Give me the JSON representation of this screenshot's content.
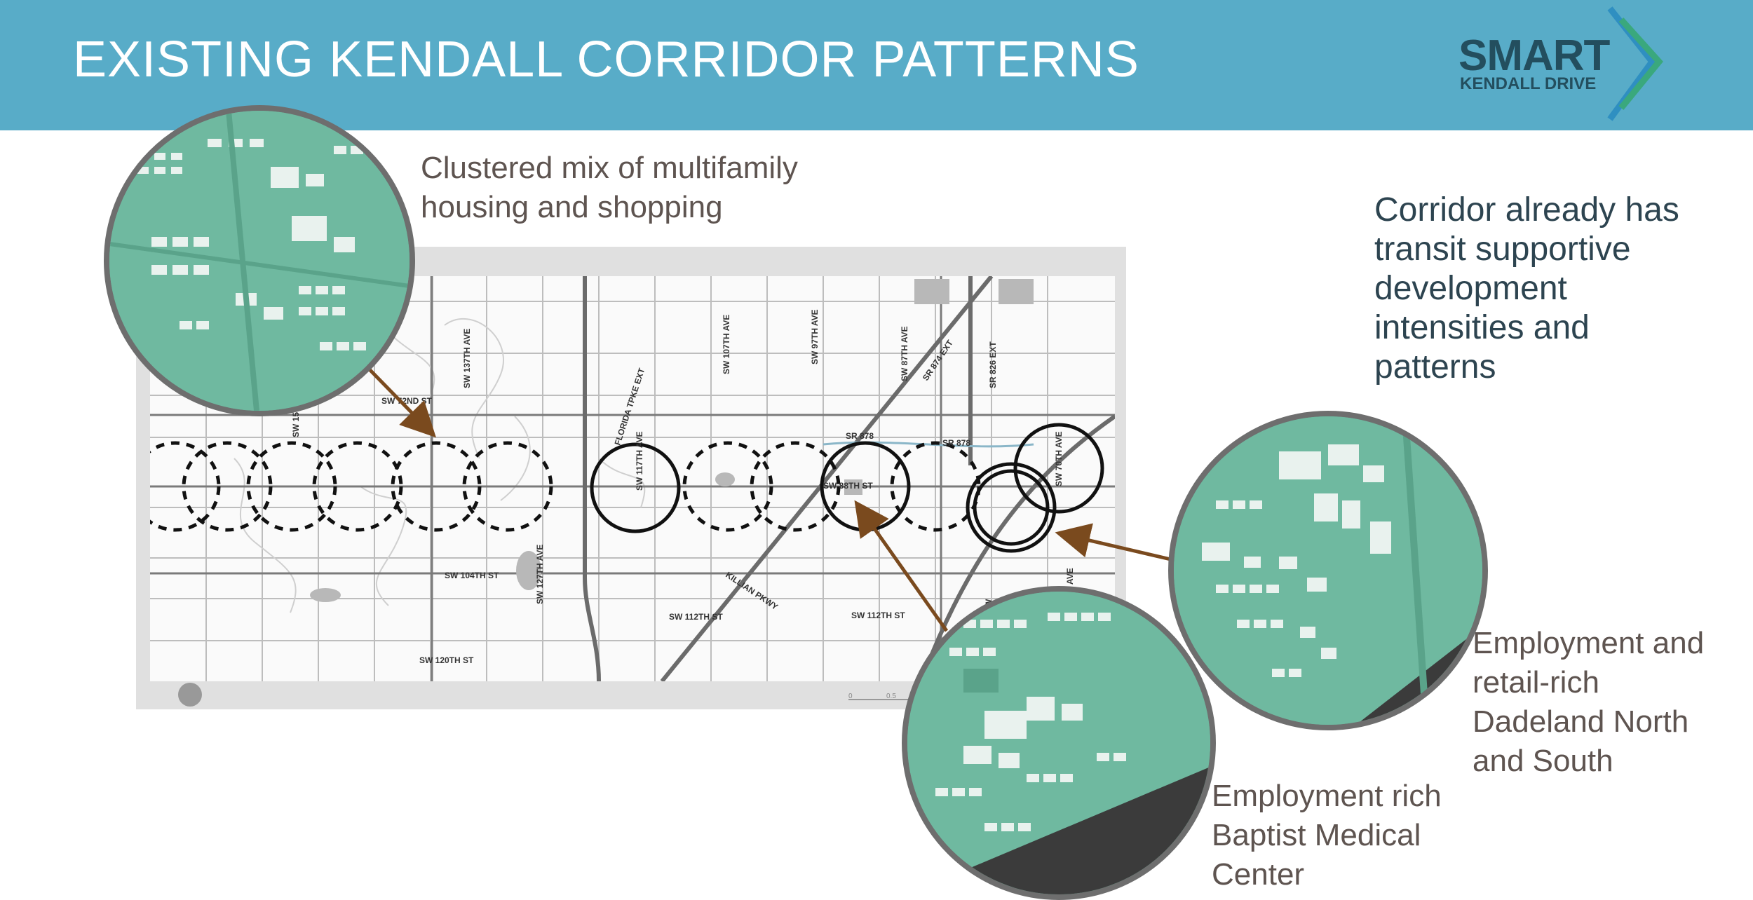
{
  "header": {
    "title": "EXISTING KENDALL CORRIDOR PATTERNS",
    "logo_line1": "SMART",
    "logo_line2": "KENDALL DRIVE",
    "background": "#58acc8"
  },
  "captions": {
    "clustered_line1": "Clustered mix of multifamily",
    "clustered_line2": "housing and shopping",
    "dadeland_line1": "Employment and",
    "dadeland_line2": "retail-rich",
    "dadeland_line3": "Dadeland North",
    "dadeland_line4": "and South",
    "baptist_line1": "Employment rich",
    "baptist_line2": "Baptist Medical",
    "baptist_line3": "Center"
  },
  "note": {
    "line1": "Corridor already has",
    "line2": "transit supportive",
    "line3": "development",
    "line4": "intensities and",
    "line5": "patterns"
  },
  "map": {
    "streets_ew": [
      "SW 88TH ST",
      "SW 104TH ST",
      "SW 112TH ST",
      "SW 112TH ST",
      "SW 120TH ST",
      "SW 72ND ST",
      "SR 878",
      "SR 878",
      "KILLIAN PKWY"
    ],
    "streets_ns": [
      "SW 157",
      "SW 137TH AVE",
      "SW 127TH AVE",
      "SW 117TH AVE",
      "FLORIDA TPKE EXT",
      "SW 107TH AVE",
      "SW 97TH AVE",
      "SW 87TH AVE",
      "SR 874 EXT",
      "SR 826 EXT",
      "SW 70TH AVE",
      "SW",
      "AVE"
    ],
    "scale_labels": [
      "0",
      "0.5"
    ],
    "colors": {
      "green_buildings": "#6fb9a0",
      "arrow": "#7a4a1e"
    }
  }
}
